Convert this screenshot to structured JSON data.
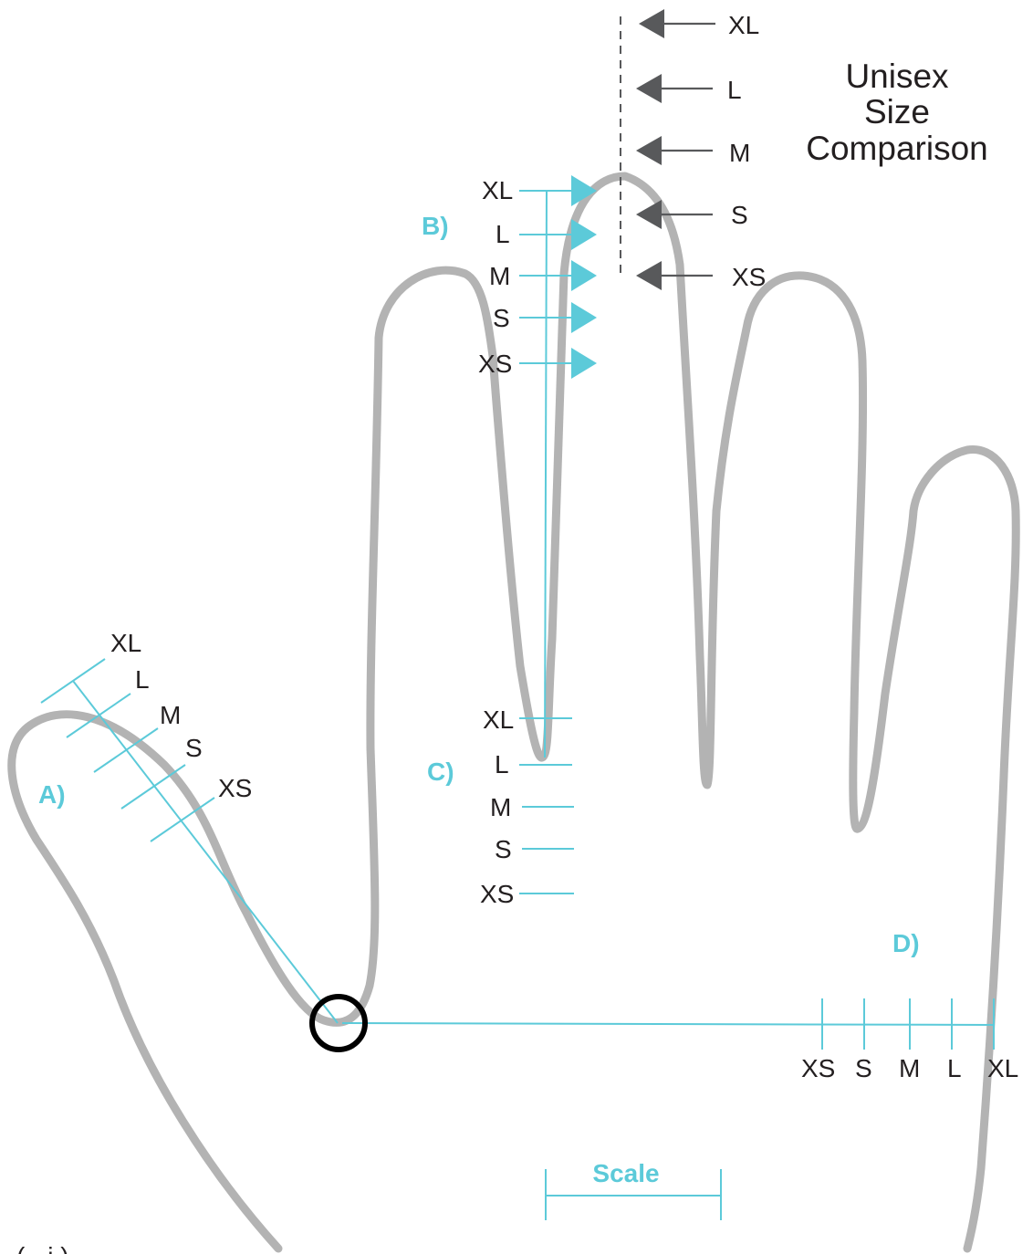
{
  "title": {
    "line1": "Unisex",
    "line2": "Size",
    "line3": "Comparison"
  },
  "sections": {
    "a": "A)",
    "b": "B)",
    "c": "C)",
    "d": "D)"
  },
  "scale_label": "Scale",
  "footer_text": "(  ·  i  )",
  "sizes": {
    "xl": "XL",
    "l": "L",
    "m": "M",
    "s": "S",
    "xs": "XS"
  },
  "colors": {
    "outline": "#b3b3b3",
    "accent": "#5ccad9",
    "arrow": "#58595b",
    "text": "#231f20",
    "knuckle_marker": "#000000"
  },
  "icons": {
    "knuckle": "circle-marker-icon",
    "length_marker": "triangle-arrow-icon",
    "reference_marker": "left-arrow-icon"
  }
}
